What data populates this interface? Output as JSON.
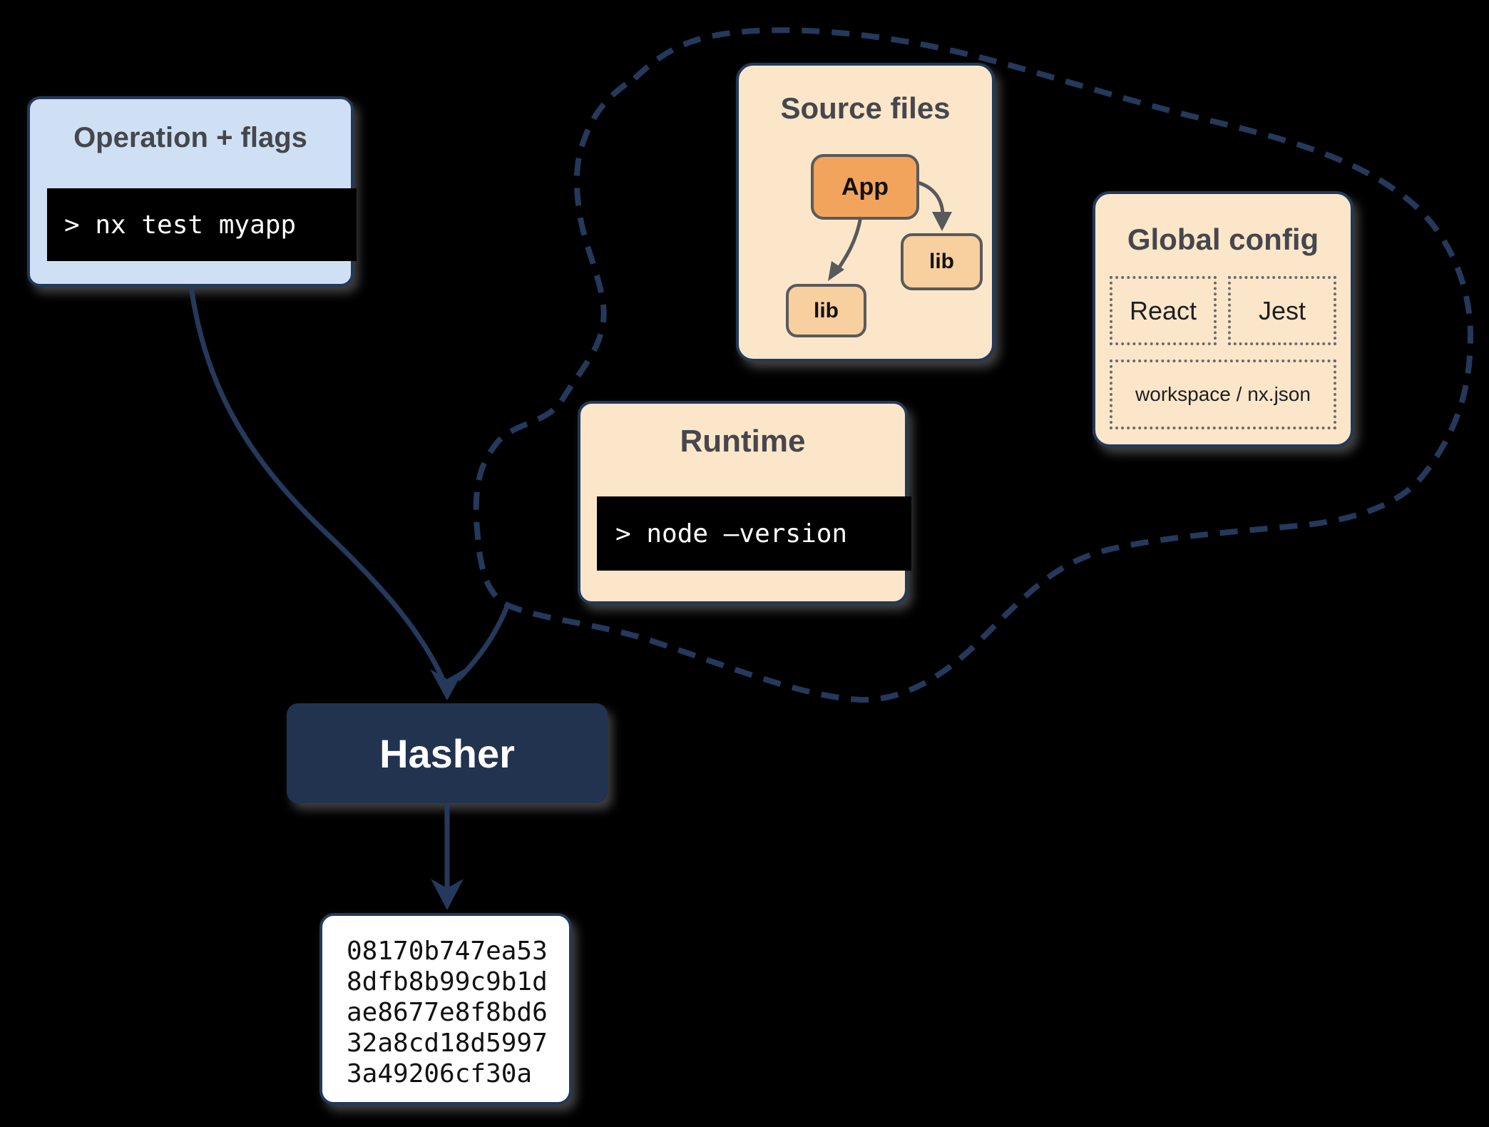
{
  "colors": {
    "background": "#000000",
    "navy": "#24395b",
    "light_blue_fill": "#cfe0f4",
    "peach_fill": "#fce6c9",
    "orange_node": "#f2a35c",
    "light_orange_node": "#f8cf9e",
    "hasher_fill": "#21334f",
    "terminal_bg": "#000000",
    "terminal_text": "#ffffff",
    "title_text": "#45474c",
    "gray_arrow": "#58595b"
  },
  "operation_box": {
    "title": "Operation + flags",
    "command": "> nx test myapp"
  },
  "cloud": {
    "source_files": {
      "title": "Source files",
      "nodes": [
        {
          "label": "App"
        },
        {
          "label": "lib"
        },
        {
          "label": "lib"
        }
      ]
    },
    "global_config": {
      "title": "Global config",
      "items": [
        "React",
        "Jest",
        "workspace / nx.json"
      ]
    },
    "runtime": {
      "title": "Runtime",
      "command": "> node –version"
    }
  },
  "hasher": {
    "label": "Hasher"
  },
  "hash_output": {
    "lines": [
      "08170b747ea53",
      "8dfb8b99c9b1d",
      "ae8677e8f8bd6",
      "32a8cd18d5997",
      "3a49206cf30a"
    ]
  }
}
